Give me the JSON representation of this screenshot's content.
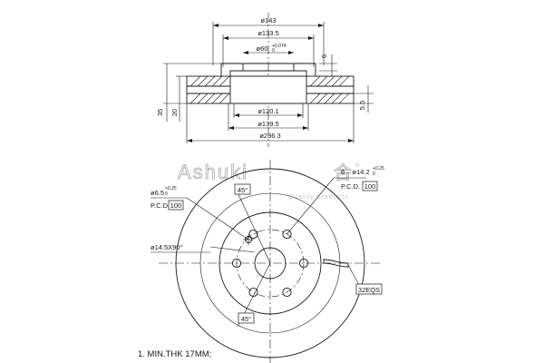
{
  "brand": {
    "logo_text": "Ashuki",
    "tagline": "Quality products",
    "mark": "®"
  },
  "side_view": {
    "dim_143": "ø143",
    "dim_133_5": "ø133.5",
    "dim_60": "ø60",
    "dim_60_tol": "+0.074",
    "dim_60_tol_low": "0",
    "dim_6": "6",
    "dim_120_1": "ø120.1",
    "dim_139_5": "ø139.5",
    "dim_236_3": "ø236.3",
    "dim_35": "35",
    "dim_20": "20",
    "dim_5_5": "5.5"
  },
  "front_view": {
    "hole_small": "ø6.5",
    "hole_small_tol": "+0.25",
    "hole_small_tol_low": "0",
    "pcd_label": "P.C.D.",
    "pcd_value": "100",
    "angle_top": "45°",
    "angle_bottom": "45°",
    "holes_pattern": "6 – ø14.2",
    "holes_pattern_tol": "+0.25",
    "holes_pattern_tol_low": "0",
    "pcd2_label": "P.C.D.",
    "pcd2_value": "100",
    "chamfer": "ø14.5X90°",
    "slots": "32EQS"
  },
  "notes": {
    "note1": "1. MIN.THK 17MM;"
  }
}
